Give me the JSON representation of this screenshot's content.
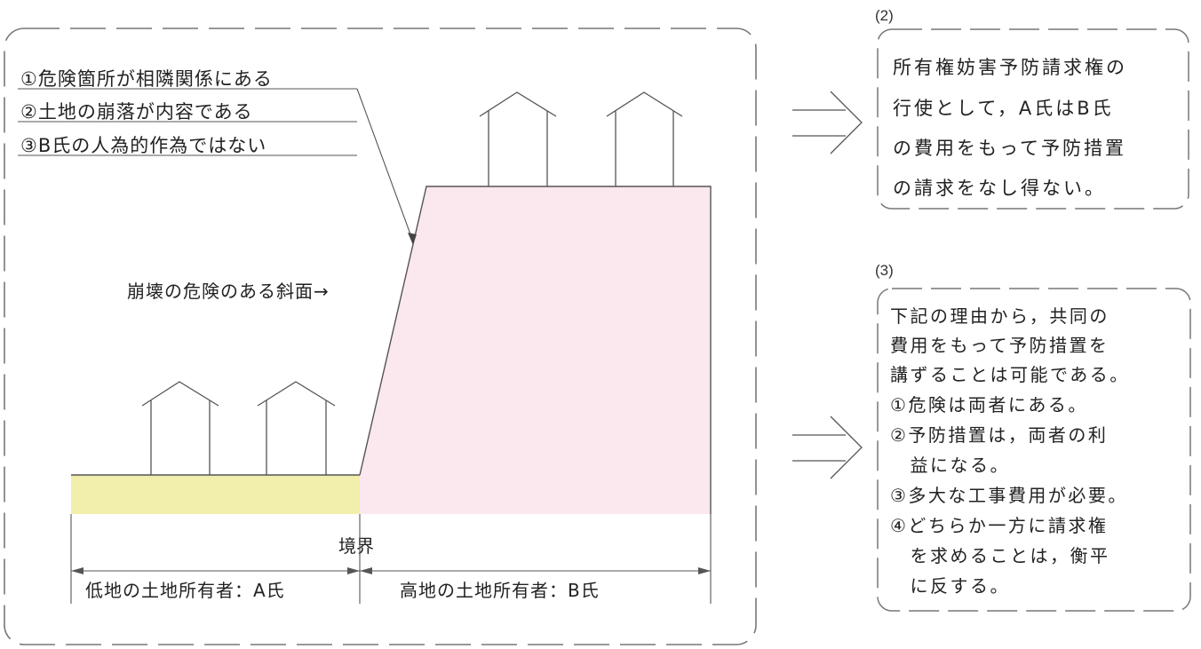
{
  "diagram": {
    "conditions": [
      "①危険箇所が相隣関係にある",
      "②土地の崩落が内容である",
      "③B氏の人為的作為ではない"
    ],
    "slope_label": "崩壊の危険のある斜面→",
    "boundary_label": "境界",
    "owner_a": "低地の土地所有者：A氏",
    "owner_b": "高地の土地所有者：B氏"
  },
  "note2": {
    "number": "(2)",
    "lines": [
      "所有権妨害予防請求権の",
      "行使として，A氏はB氏",
      "の費用をもって予防措置",
      "の請求をなし得ない。"
    ]
  },
  "note3": {
    "number": "(3)",
    "lines": [
      "下記の理由から，共同の",
      "費用をもって予防措置を",
      "講ずることは可能である。",
      "①危険は両者にある。",
      "②予防措置は，両者の利",
      "　益になる。",
      "③多大な工事費用が必要。",
      "④どちらか一方に請求権",
      "　を求めることは，衡平",
      "　に反する。"
    ]
  },
  "colors": {
    "low_land": "#f2eeab",
    "high_land": "#fbe7ee",
    "frame": "#777777",
    "line": "#444444"
  }
}
